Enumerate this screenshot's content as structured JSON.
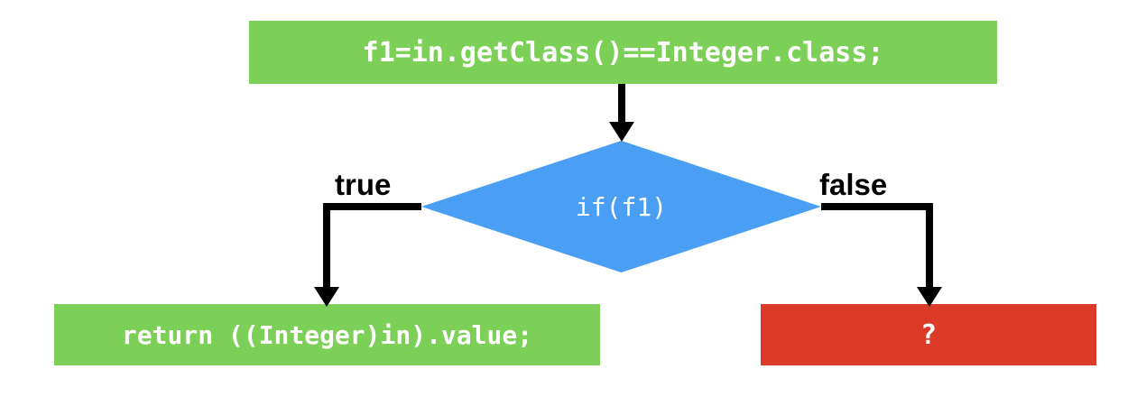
{
  "diagram": {
    "type": "flowchart",
    "title": "if(f1) branch flowchart",
    "colors": {
      "process_green": "#7CCF57",
      "decision_blue": "#4A9FF5",
      "error_red": "#DB3B28",
      "edge_black": "#000000",
      "node_text": "#ffffff",
      "background": "#ffffff"
    },
    "nodes": [
      {
        "id": "assign",
        "shape": "rectangle",
        "label": "f1=in.getClass()==Integer.class;",
        "color": "#7CCF57"
      },
      {
        "id": "decision",
        "shape": "diamond",
        "label": "if(f1)",
        "color": "#4A9FF5"
      },
      {
        "id": "return",
        "shape": "rectangle",
        "label": "return ((Integer)in).value;",
        "color": "#7CCF57"
      },
      {
        "id": "unknown",
        "shape": "rectangle",
        "label": "?",
        "color": "#DB3B28"
      }
    ],
    "edges": [
      {
        "id": "assign-to-decision",
        "from": "assign",
        "to": "decision",
        "label": ""
      },
      {
        "id": "decision-true",
        "from": "decision",
        "to": "return",
        "label": "true"
      },
      {
        "id": "decision-false",
        "from": "decision",
        "to": "unknown",
        "label": "false"
      }
    ]
  }
}
